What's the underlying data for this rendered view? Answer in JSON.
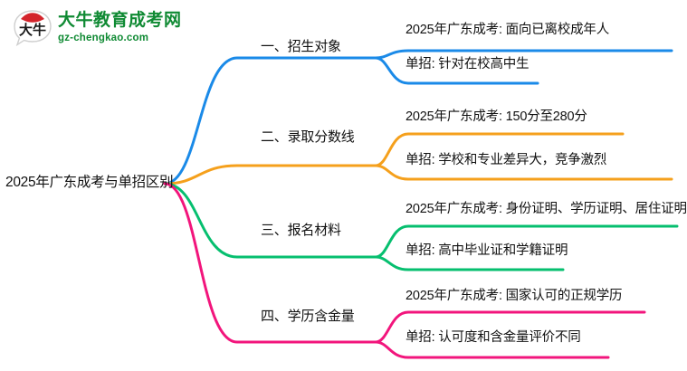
{
  "logo": {
    "mark_text": "大牛",
    "title": "大牛教育成考网",
    "subtitle": "gz-chengkao.com",
    "brand_color": "#0f8a33",
    "mark_accent_color": "#d3242b"
  },
  "mindmap": {
    "root": {
      "label": "2025年广东成考与单招区别"
    },
    "branches": [
      {
        "index": "1",
        "label": "一、招生对象",
        "color": "#1a8ae8",
        "children": [
          {
            "label": "2025年广东成考: 面向已离校成年人"
          },
          {
            "label": "单招: 针对在校高中生"
          }
        ]
      },
      {
        "index": "2",
        "label": "二、录取分数线",
        "color": "#f5a01c",
        "children": [
          {
            "label": "2025年广东成考: 150分至280分"
          },
          {
            "label": "单招: 学校和专业差异大，竞争激烈"
          }
        ]
      },
      {
        "index": "3",
        "label": "三、报名材料",
        "color": "#06bf6f",
        "children": [
          {
            "label": "2025年广东成考: 身份证明、学历证明、居住证明"
          },
          {
            "label": "单招: 高中毕业证和学籍证明"
          }
        ]
      },
      {
        "index": "4",
        "label": "四、学历含金量",
        "color": "#f2157c",
        "children": [
          {
            "label": "2025年广东成考: 国家认可的正规学历"
          },
          {
            "label": "单招: 认可度和含金量评价不同"
          }
        ]
      }
    ]
  }
}
